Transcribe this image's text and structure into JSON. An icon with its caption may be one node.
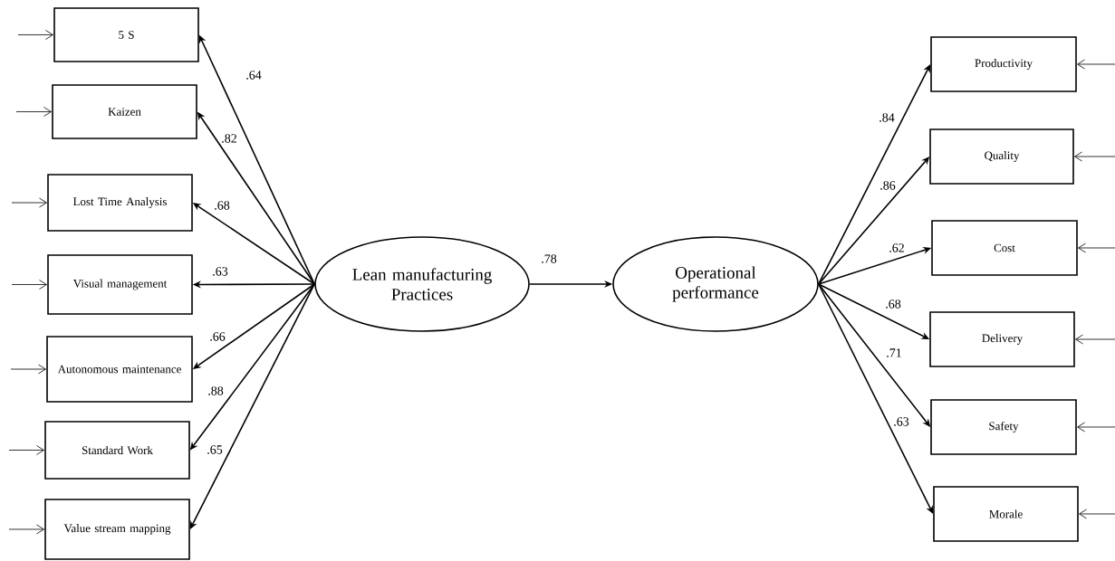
{
  "diagram": {
    "nodes": [
      {
        "text": [
          "5 S"
        ]
      },
      {
        "text": [
          "Kaizen"
        ]
      },
      {
        "text": [
          "Lost Time Analysis"
        ]
      },
      {
        "text": [
          "Visual management"
        ]
      },
      {
        "text": [
          "Autonomous maintenance"
        ]
      },
      {
        "text": [
          "Standard Work"
        ]
      },
      {
        "text": [
          "Value stream mapping"
        ]
      },
      {
        "text": [
          "Lean manufacturing Practices"
        ]
      },
      {
        "text": [
          "Operational performance"
        ]
      },
      {
        "text": [
          "Productivity"
        ]
      },
      {
        "text": [
          "Quality"
        ]
      },
      {
        "text": [
          "Cost"
        ]
      },
      {
        "text": [
          "Delivery"
        ]
      },
      {
        "text": [
          "Safety"
        ]
      },
      {
        "text": [
          "Morale"
        ]
      }
    ],
    "edges": [
      {
        "from": 7,
        "to": 0,
        "arrow": "to",
        "label": ".64"
      },
      {
        "from": 7,
        "to": 1,
        "arrow": "to",
        "label": ".82"
      },
      {
        "from": 7,
        "to": 2,
        "arrow": "to",
        "label": ".68"
      },
      {
        "from": 7,
        "to": 3,
        "arrow": "to",
        "label": ".63"
      },
      {
        "from": 7,
        "to": 4,
        "arrow": "to",
        "label": ".66"
      },
      {
        "from": 7,
        "to": 5,
        "arrow": "to",
        "label": ".88"
      },
      {
        "from": 7,
        "to": 6,
        "arrow": "to",
        "label": ".65"
      },
      {
        "from": 7,
        "to": 8,
        "arrow": "to",
        "label": ".78"
      },
      {
        "from": 8,
        "to": 9,
        "arrow": "to",
        "label": ".84"
      },
      {
        "from": 8,
        "to": 10,
        "arrow": "to",
        "label": ".86"
      },
      {
        "from": 8,
        "to": 11,
        "arrow": "to",
        "label": ".62"
      },
      {
        "from": 8,
        "to": 12,
        "arrow": "to",
        "label": ".68"
      },
      {
        "from": 8,
        "to": 13,
        "arrow": "to",
        "label": ".71"
      },
      {
        "from": 8,
        "to": 14,
        "arrow": "to",
        "label": ".63"
      },
      {
        "from": null,
        "to": 0,
        "arrow": "to"
      },
      {
        "from": null,
        "to": 1,
        "arrow": "to"
      },
      {
        "from": null,
        "to": 2,
        "arrow": "to"
      },
      {
        "from": null,
        "to": 3,
        "arrow": "to"
      },
      {
        "from": null,
        "to": 4,
        "arrow": "to"
      },
      {
        "from": null,
        "to": 5,
        "arrow": "to"
      },
      {
        "from": null,
        "to": 6,
        "arrow": "to"
      },
      {
        "from": null,
        "to": 9,
        "arrow": "to"
      },
      {
        "from": null,
        "to": 10,
        "arrow": "to"
      },
      {
        "from": null,
        "to": 11,
        "arrow": "to"
      },
      {
        "from": null,
        "to": 12,
        "arrow": "to"
      },
      {
        "from": null,
        "to": 13,
        "arrow": "to"
      },
      {
        "from": null,
        "to": 14,
        "arrow": "to"
      }
    ]
  }
}
